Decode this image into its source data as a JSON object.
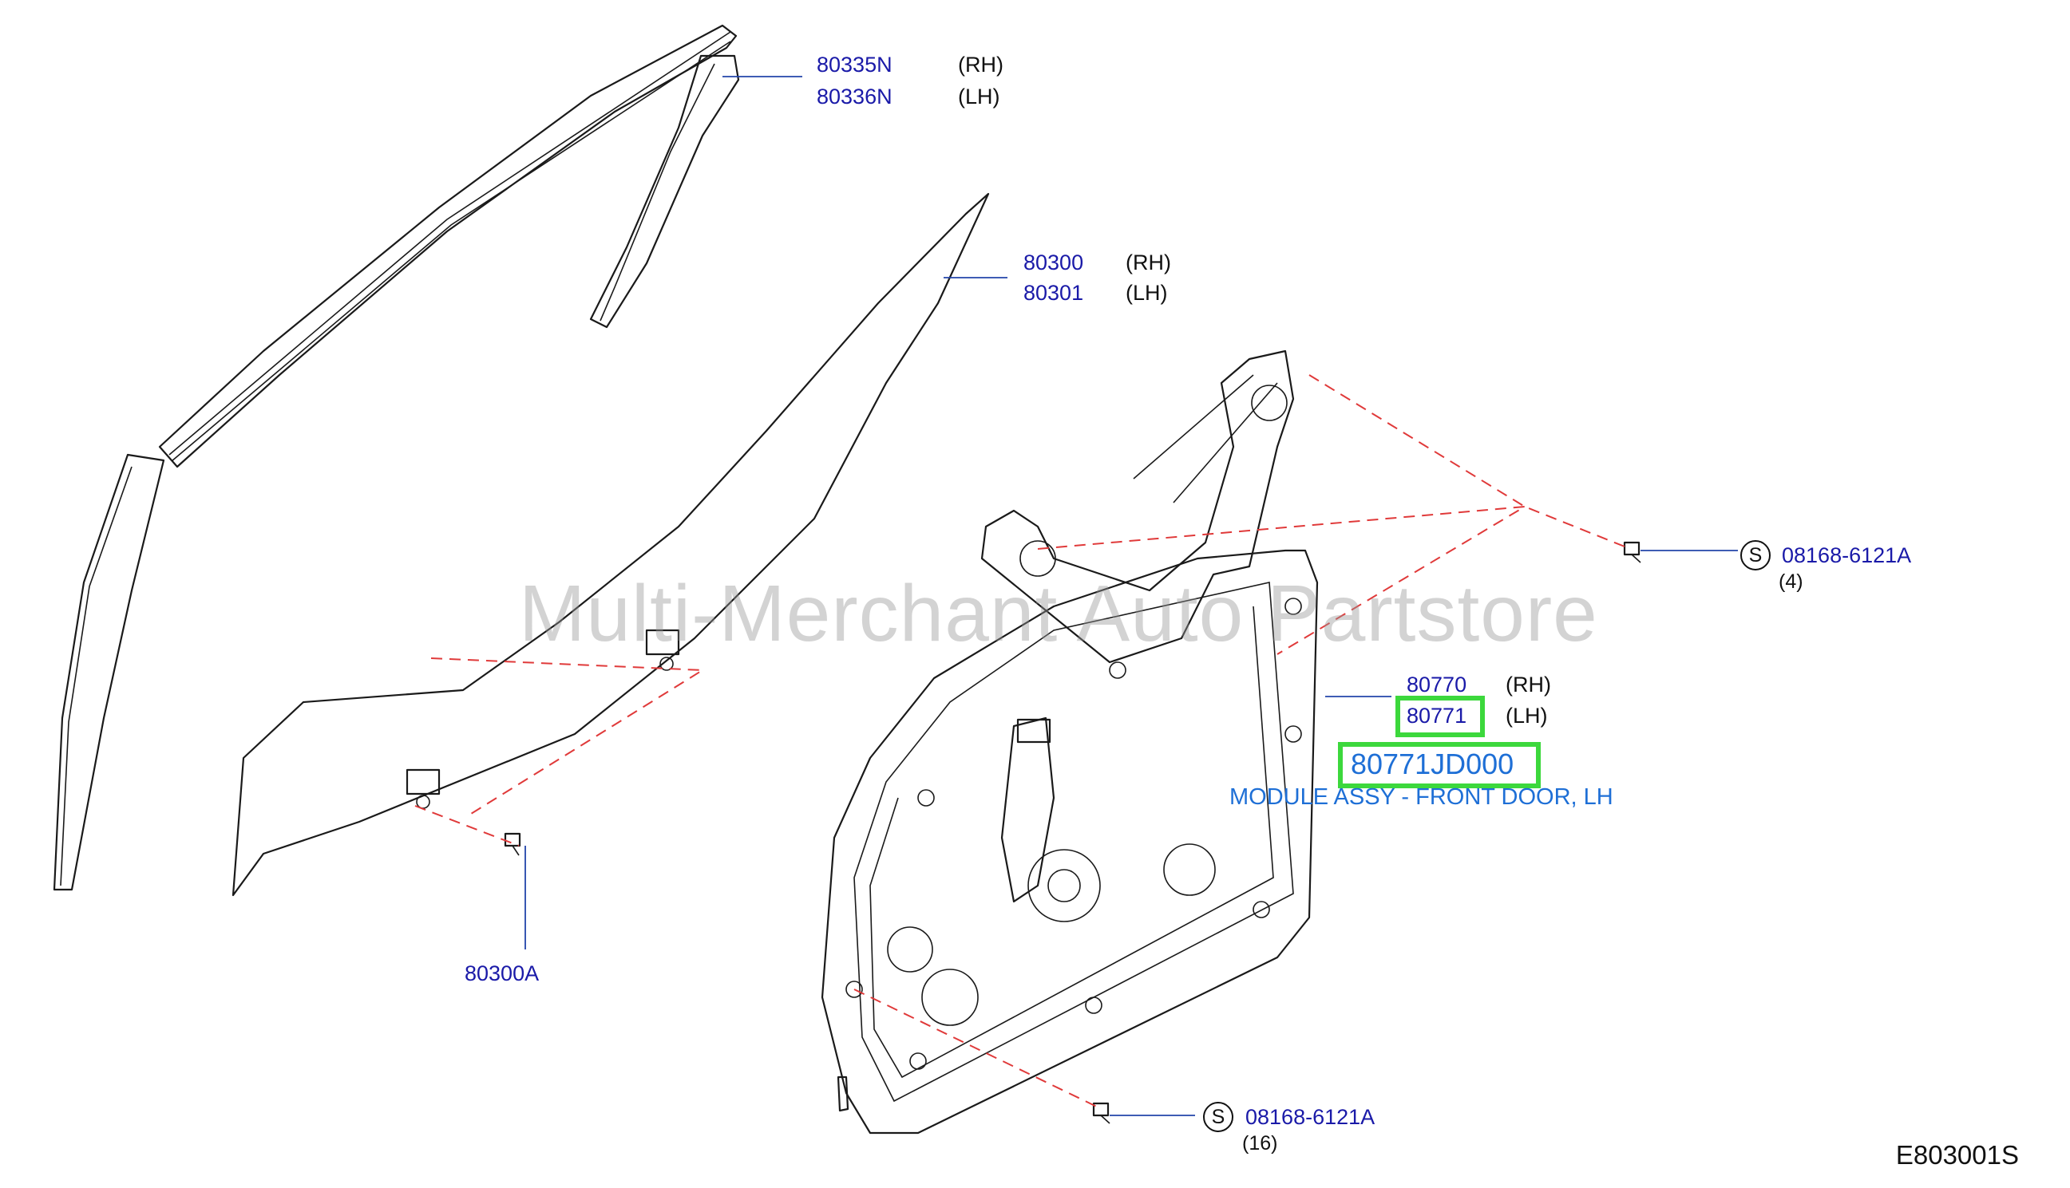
{
  "watermark": "Multi-Merchant Auto Partstore",
  "diagram_code": "E803001S",
  "callouts": {
    "channel_rh": "80335N",
    "channel_lh": "80336N",
    "glass_rh": "80300",
    "glass_lh": "80301",
    "regulator_rh": "80770",
    "regulator_lh": "80771",
    "glass_bolt": "80300A",
    "bolt_top": "08168-6121A",
    "bolt_top_qty": "(4)",
    "bolt_bottom": "08168-6121A",
    "bolt_bottom_qty": "(16)",
    "rh": "(RH)",
    "lh": "(LH)",
    "standard_symbol": "S"
  },
  "highlight": {
    "part_number": "80771JD000",
    "description": "MODULE ASSY - FRONT DOOR, LH",
    "color": "#3cd83c"
  },
  "colors": {
    "part_number": "#1a1aa8",
    "highlight_text": "#1e6fd6",
    "dashed_line": "#e03a3a"
  }
}
